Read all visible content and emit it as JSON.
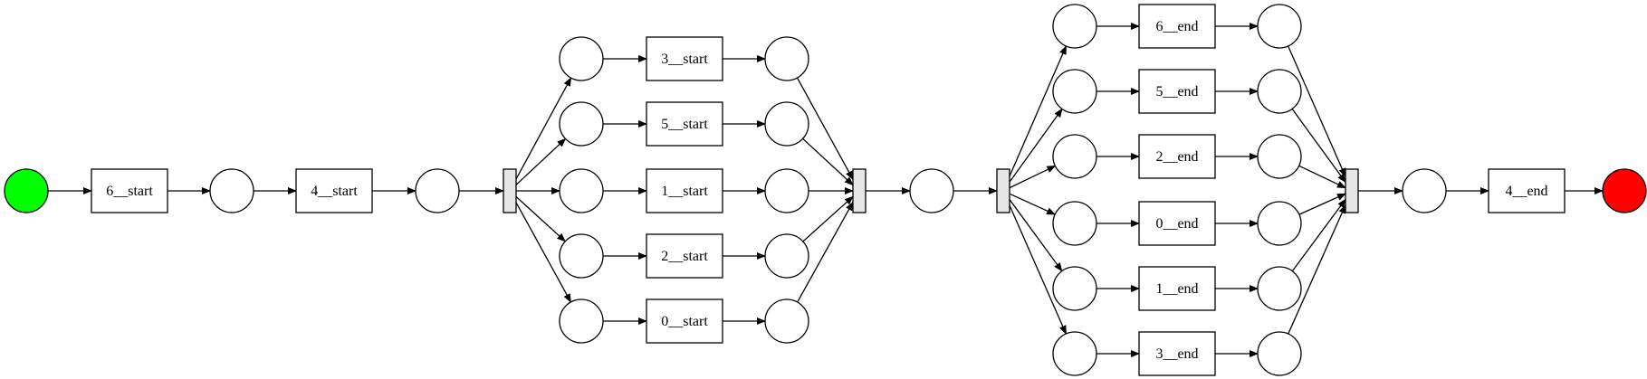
{
  "colors": {
    "stroke": "#000000",
    "place_fill": "#ffffff",
    "source_fill": "#00ff00",
    "sink_fill": "#ff0000",
    "silent_fill": "#e6e6e6",
    "transition_fill": "#ffffff"
  },
  "places": [
    {
      "id": "p_source",
      "kind": "source"
    },
    {
      "id": "p1"
    },
    {
      "id": "p2"
    },
    {
      "id": "p3a"
    },
    {
      "id": "p3b"
    },
    {
      "id": "p3c"
    },
    {
      "id": "p3d"
    },
    {
      "id": "p3e"
    },
    {
      "id": "p4a"
    },
    {
      "id": "p4b"
    },
    {
      "id": "p4c"
    },
    {
      "id": "p4d"
    },
    {
      "id": "p4e"
    },
    {
      "id": "p5"
    },
    {
      "id": "p6a"
    },
    {
      "id": "p6b"
    },
    {
      "id": "p6c"
    },
    {
      "id": "p6d"
    },
    {
      "id": "p6e"
    },
    {
      "id": "p6f"
    },
    {
      "id": "p7a"
    },
    {
      "id": "p7b"
    },
    {
      "id": "p7c"
    },
    {
      "id": "p7d"
    },
    {
      "id": "p7e"
    },
    {
      "id": "p7f"
    },
    {
      "id": "p8"
    },
    {
      "id": "p_sink",
      "kind": "sink"
    }
  ],
  "transitions": [
    {
      "id": "t6s",
      "label": "6__start"
    },
    {
      "id": "t4s",
      "label": "4__start"
    },
    {
      "id": "tau1",
      "label": "",
      "silent": true
    },
    {
      "id": "t3s",
      "label": "3__start"
    },
    {
      "id": "t5s",
      "label": "5__start"
    },
    {
      "id": "t1s",
      "label": "1__start"
    },
    {
      "id": "t2s",
      "label": "2__start"
    },
    {
      "id": "t0s",
      "label": "0__start"
    },
    {
      "id": "tau2",
      "label": "",
      "silent": true
    },
    {
      "id": "tau3",
      "label": "",
      "silent": true
    },
    {
      "id": "t6e",
      "label": "6__end"
    },
    {
      "id": "t5e",
      "label": "5__end"
    },
    {
      "id": "t2e",
      "label": "2__end"
    },
    {
      "id": "t0e",
      "label": "0__end"
    },
    {
      "id": "t1e",
      "label": "1__end"
    },
    {
      "id": "t3e",
      "label": "3__end"
    },
    {
      "id": "tau4",
      "label": "",
      "silent": true
    },
    {
      "id": "t4e",
      "label": "4__end"
    }
  ],
  "arcs": [
    [
      "p_source",
      "t6s"
    ],
    [
      "t6s",
      "p1"
    ],
    [
      "p1",
      "t4s"
    ],
    [
      "t4s",
      "p2"
    ],
    [
      "p2",
      "tau1"
    ],
    [
      "tau1",
      "p3a"
    ],
    [
      "tau1",
      "p3b"
    ],
    [
      "tau1",
      "p3c"
    ],
    [
      "tau1",
      "p3d"
    ],
    [
      "tau1",
      "p3e"
    ],
    [
      "p3a",
      "t3s"
    ],
    [
      "p3b",
      "t5s"
    ],
    [
      "p3c",
      "t1s"
    ],
    [
      "p3d",
      "t2s"
    ],
    [
      "p3e",
      "t0s"
    ],
    [
      "t3s",
      "p4a"
    ],
    [
      "t5s",
      "p4b"
    ],
    [
      "t1s",
      "p4c"
    ],
    [
      "t2s",
      "p4d"
    ],
    [
      "t0s",
      "p4e"
    ],
    [
      "p4a",
      "tau2"
    ],
    [
      "p4b",
      "tau2"
    ],
    [
      "p4c",
      "tau2"
    ],
    [
      "p4d",
      "tau2"
    ],
    [
      "p4e",
      "tau2"
    ],
    [
      "tau2",
      "p5"
    ],
    [
      "p5",
      "tau3"
    ],
    [
      "tau3",
      "p6a"
    ],
    [
      "tau3",
      "p6b"
    ],
    [
      "tau3",
      "p6c"
    ],
    [
      "tau3",
      "p6d"
    ],
    [
      "tau3",
      "p6e"
    ],
    [
      "tau3",
      "p6f"
    ],
    [
      "p6a",
      "t6e"
    ],
    [
      "p6b",
      "t5e"
    ],
    [
      "p6c",
      "t2e"
    ],
    [
      "p6d",
      "t0e"
    ],
    [
      "p6e",
      "t1e"
    ],
    [
      "p6f",
      "t3e"
    ],
    [
      "t6e",
      "p7a"
    ],
    [
      "t5e",
      "p7b"
    ],
    [
      "t2e",
      "p7c"
    ],
    [
      "t0e",
      "p7d"
    ],
    [
      "t1e",
      "p7e"
    ],
    [
      "t3e",
      "p7f"
    ],
    [
      "p7a",
      "tau4"
    ],
    [
      "p7b",
      "tau4"
    ],
    [
      "p7c",
      "tau4"
    ],
    [
      "p7d",
      "tau4"
    ],
    [
      "p7e",
      "tau4"
    ],
    [
      "p7f",
      "tau4"
    ],
    [
      "tau4",
      "p8"
    ],
    [
      "p8",
      "t4e"
    ],
    [
      "t4e",
      "p_sink"
    ]
  ]
}
